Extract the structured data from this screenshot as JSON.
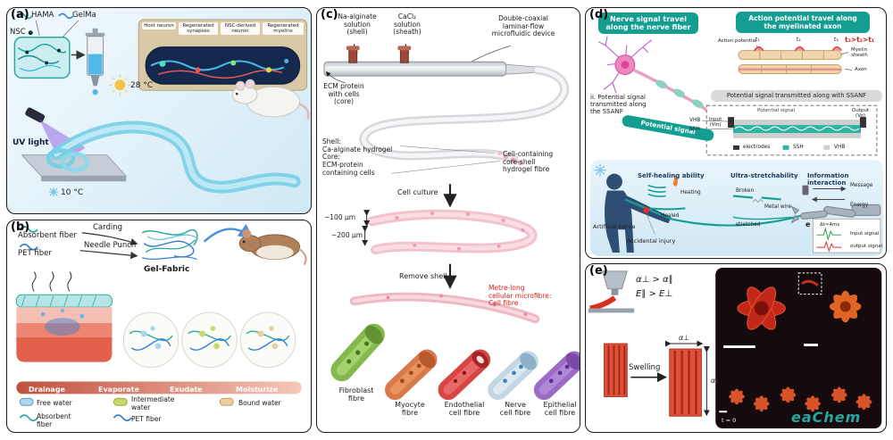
{
  "figure": {
    "watermark": "eaChem"
  },
  "panel_a": {
    "tag": "(a)",
    "hama": "HAMA",
    "gelma": "GelMa",
    "nsc": "NSC",
    "temp_hot": "28 °C",
    "uv_light": "UV light",
    "temp_cold": "10 °C",
    "inset": {
      "host_neuron": "Host neuron",
      "regenerated_synapses": "Regenerated\nsynapses",
      "nsc_derived_neuron": "NSC-derived\nneuron",
      "regenerated_myelins": "Regenerated\nmyelins"
    }
  },
  "panel_b": {
    "tag": "(b)",
    "absorbent_fiber": "Absorbent fiber",
    "pet_fiber": "PET fiber",
    "carding": "Carding",
    "needle_punch": "Needle Punch",
    "gel_fabric": "Gel-Fabric",
    "stages": [
      "Drainage",
      "Evaporate",
      "Exudate",
      "Moisturize"
    ],
    "legend": {
      "free_water": "Free water",
      "intermediate_water": "Intermediate\nwater",
      "bound_water": "Bound water",
      "absorbent_fiber": "Absorbent\nfiber",
      "pet_fiber": "PET fiber"
    }
  },
  "panel_c": {
    "tag": "(c)",
    "na_alginate": "Na-alginate\nsolution\n(shell)",
    "cacl2": "CaCl₂\nsolution\n(sheath)",
    "device": "Double-coaxial\nlaminar-flow\nmicrofluidic device",
    "ecm": "ECM protein\nwith cells\n(core)",
    "shell_core": "Shell:\nCa-alginate hydrogel\nCore:\nECM-protein\ncontaining cells",
    "core_shell_fibre": "Cell-containing\ncore-shell\nhydrogel fibre",
    "cell_culture": "Cell culture",
    "d100": "~100 μm",
    "d200": "~200 μm",
    "remove_shell": "Remove shell",
    "metre_long": "Metre-long\ncellular microfibre:\nCell fibre",
    "fibres": [
      "Fibroblast\nfibre",
      "Myocyte\nfibre",
      "Endothelial\ncell fibre",
      "Nerve\ncell fibre",
      "Epithelial\ncell fibre"
    ]
  },
  "panel_d": {
    "tag": "(d)",
    "header_left": "Nerve signal travel\nalong the nerve fiber",
    "header_right": "Action potential travel along\nthe myelinated axon",
    "action_potential": "Action potential",
    "t1": "t₁",
    "t2": "t₂",
    "t3": "t₃",
    "time_order": "t₃>t₂>t₁",
    "myelin_sheath": "Myelin\nsheath",
    "axon": "Axon",
    "ssanf_bar": "Potential signal transmitted along with SSANF",
    "ssanf_caption": "ii. Potential signal\ntransmitted along\nthe SSANF",
    "potential_signal": "Potential signal",
    "potential_signal_inner": "Potential signal",
    "input": "Input\n(Vin)",
    "output": "Output\n(Vo)",
    "vhb": "VHB",
    "ssh": "SSH",
    "legend": [
      "electrodes",
      "SSH",
      "VHB"
    ],
    "self_healing": "Self-healing ability",
    "ultra_stretchability": "Ultra-stretchability",
    "information_interaction": "Information interaction",
    "heating": "Heating",
    "healed": "Healed",
    "broken": "Broken",
    "metal_wire": "Metal wire",
    "stretched": "stretched",
    "message": "Message",
    "energy": "Energy",
    "artificial_nerve": "Artificial nerve",
    "accidental_injury": "Accidental injury",
    "e_tag": "e",
    "delta_t": "Δt≈4ms",
    "input_signal": "Input signal",
    "output_signal": "output signal"
  },
  "panel_e": {
    "tag": "(e)",
    "alpha_relation": "α⊥ > α∥",
    "modulus_relation": "E∥ > E⊥",
    "swelling": "Swelling",
    "alpha_perp": "α⊥",
    "alpha_par": "α∥",
    "t0": "t = 0"
  }
}
